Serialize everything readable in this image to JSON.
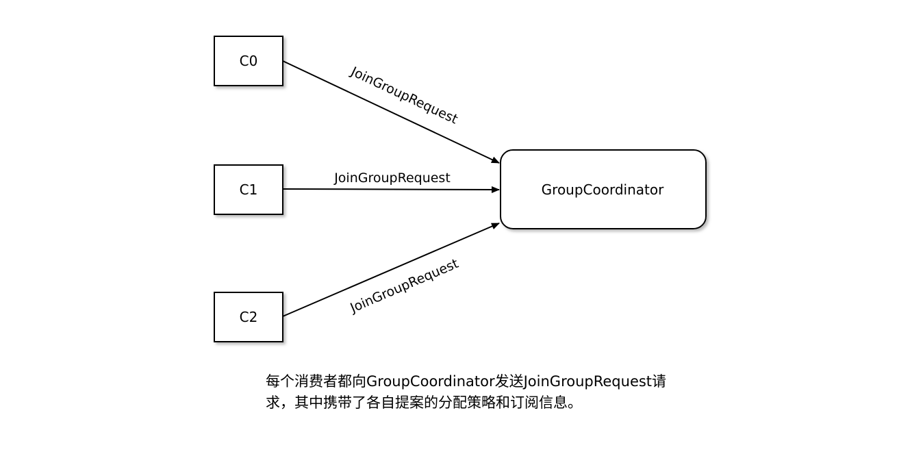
{
  "nodes": {
    "c0": "C0",
    "c1": "C1",
    "c2": "C2",
    "coordinator": "GroupCoordinator"
  },
  "edges": {
    "c0_to_coordinator": "JoinGroupRequest",
    "c1_to_coordinator": "JoinGroupRequest",
    "c2_to_coordinator": "JoinGroupRequest"
  },
  "caption": {
    "line1": "每个消费者都向GroupCoordinator发送JoinGroupRequest请",
    "line2": "求，其中携带了各自提案的分配策略和订阅信息。"
  },
  "colors": {
    "stroke": "#000000",
    "shadow": "#b3b3b3",
    "fill": "#ffffff"
  }
}
